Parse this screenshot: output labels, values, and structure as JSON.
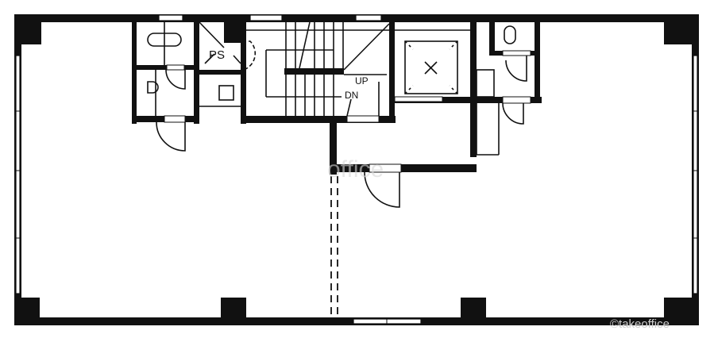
{
  "plan": {
    "labels": {
      "pipe_space": "PS",
      "stair_up": "UP",
      "stair_down": "DN"
    },
    "watermark": "office",
    "copyright": "©takeoffice",
    "colors": {
      "wall": "#111111",
      "background": "#ffffff"
    }
  }
}
